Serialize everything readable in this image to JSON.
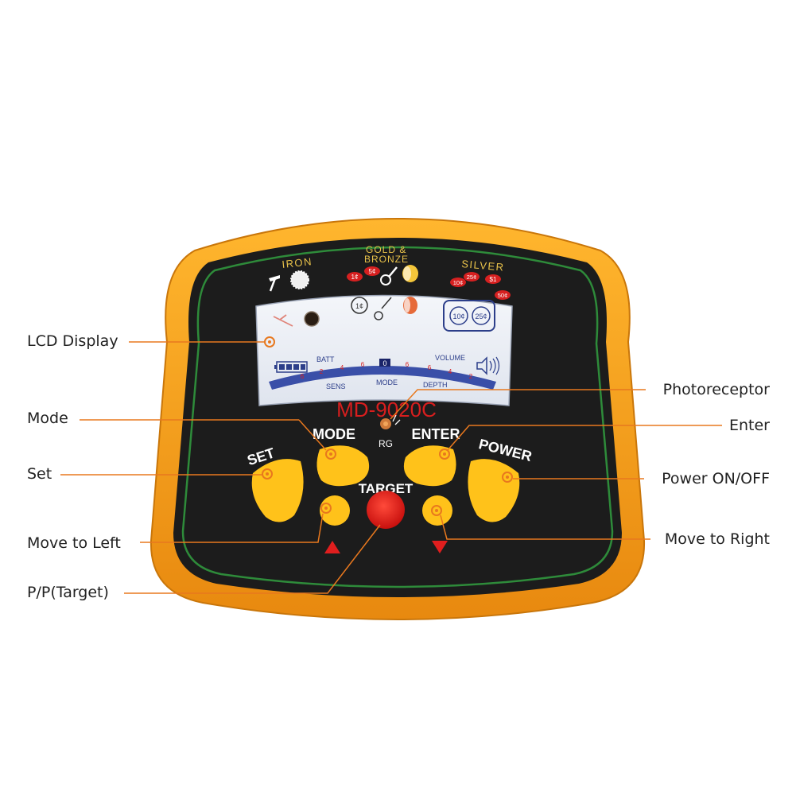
{
  "device": {
    "model": "MD-9020C",
    "colors": {
      "shell": "#f5a21a",
      "panel": "#1c1c1c",
      "border_line": "#2e8b3a",
      "button": "#ffc21a",
      "target": "#e01e1e",
      "accent": "#e8781e"
    },
    "categories": {
      "iron": "IRON",
      "gold_line1": "GOLD &",
      "gold_line2": "BRONZE",
      "silver": "SILVER"
    },
    "coins": {
      "gold": [
        "1¢",
        "5¢"
      ],
      "silver": [
        "10¢",
        "25¢",
        "$1",
        "50¢"
      ]
    },
    "lcd": {
      "batt": "BATT",
      "volume": "VOLUME",
      "sens": "SENS",
      "mode": "MODE",
      "depth": "DEPTH",
      "center_digit": "0",
      "left_scale": [
        "6",
        "2",
        "4",
        "6"
      ],
      "right_scale": [
        "6",
        "6",
        "4",
        "2"
      ],
      "coin_icons": [
        "1¢",
        "10¢",
        "25¢"
      ]
    },
    "panel_labels": {
      "mode": "MODE",
      "enter": "ENTER",
      "set": "SET",
      "power": "POWER",
      "target": "TARGET",
      "rg": "RG"
    }
  },
  "callouts": {
    "lcd_display": "LCD Display",
    "mode": "Mode",
    "set": "Set",
    "move_left": "Move to Left",
    "pp_target": "P/P(Target)",
    "photoreceptor": "Photoreceptor",
    "enter": "Enter",
    "power": "Power ON/OFF",
    "move_right": "Move to Right"
  }
}
